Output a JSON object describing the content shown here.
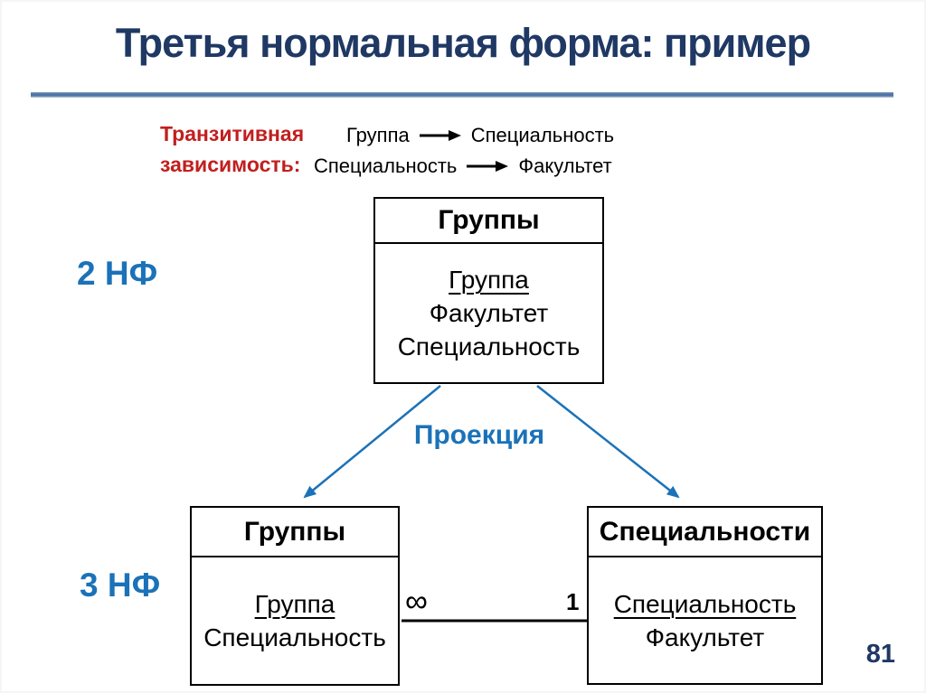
{
  "slide": {
    "title": "Третья нормальная форма: пример",
    "page_number": "81"
  },
  "colors": {
    "title_navy": "#1F3864",
    "accent_blue": "#1B72B8",
    "label_red": "#C21E1E",
    "divider_blue": "#4F74A6",
    "line_black": "#000000",
    "page_number_navy": "#203864"
  },
  "dependency": {
    "label_line1": "Транзитивная",
    "label_line2": "зависимость:",
    "rows": [
      {
        "from": "Группа",
        "to": "Специальность"
      },
      {
        "from": "Специальность",
        "to": "Факультет"
      }
    ]
  },
  "nf_labels": {
    "nf2": "2 НФ",
    "nf3": "3 НФ"
  },
  "projection_label": "Проекция",
  "relationship": {
    "many_label": "∞",
    "one_label": "1"
  },
  "tables": {
    "groups_2nf": {
      "title": "Группы",
      "fields": [
        {
          "name": "Группа",
          "is_key": true
        },
        {
          "name": "Факультет",
          "is_key": false
        },
        {
          "name": "Специальность",
          "is_key": false
        }
      ]
    },
    "groups_3nf": {
      "title": "Группы",
      "fields": [
        {
          "name": "Группа",
          "is_key": true
        },
        {
          "name": "Специальность",
          "is_key": false
        }
      ]
    },
    "specialties_3nf": {
      "title": "Специальности",
      "fields": [
        {
          "name": "Специальность",
          "is_key": true
        },
        {
          "name": "Факультет",
          "is_key": false
        }
      ]
    }
  }
}
